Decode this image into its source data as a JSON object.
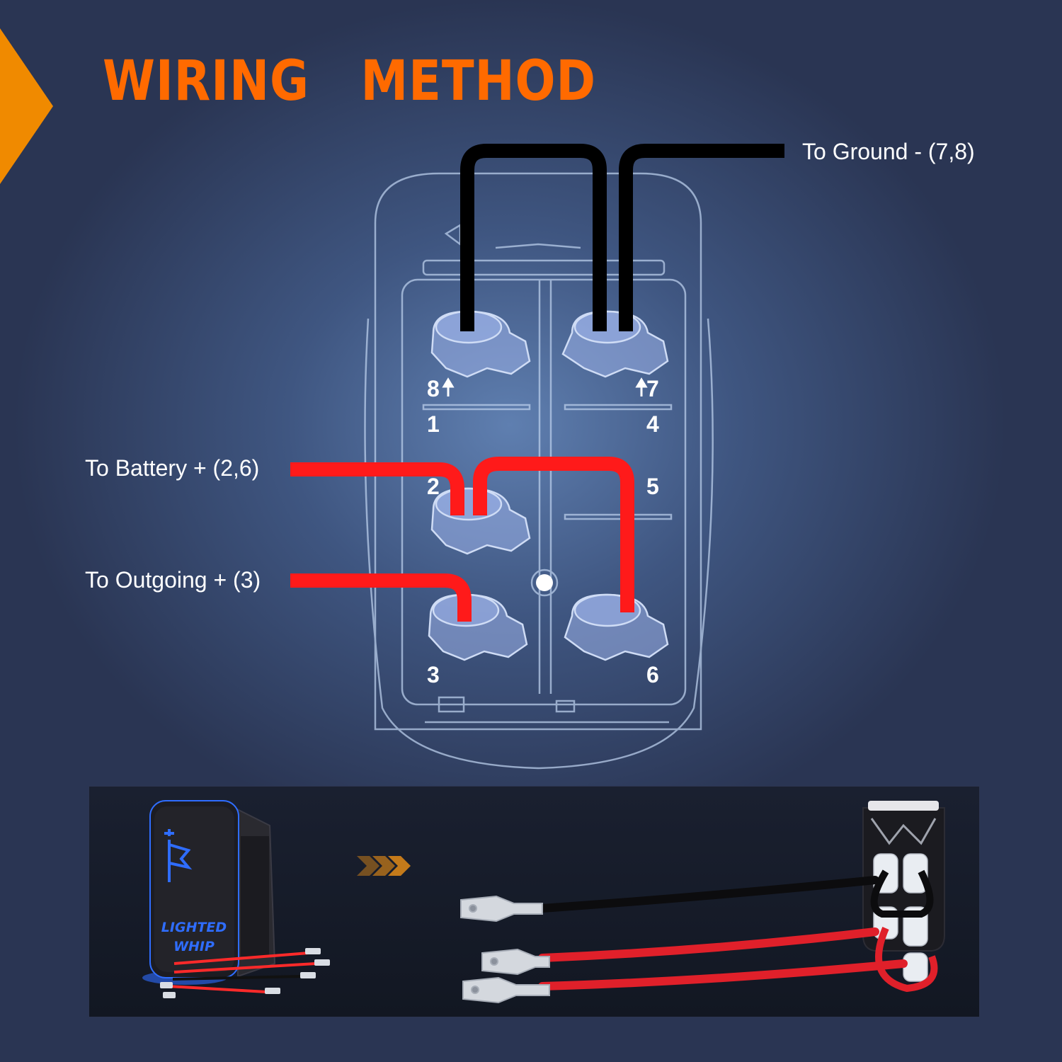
{
  "title": "WIRING   METHOD",
  "labels": {
    "ground": "To Ground - (7,8)",
    "battery": "To Battery + (2,6)",
    "outgoing": "To Outgoing + (3)"
  },
  "terminals": {
    "t8": "8",
    "t7": "7",
    "t1": "1",
    "t4": "4",
    "t2": "2",
    "t5": "5",
    "t3": "3",
    "t6": "6"
  },
  "switch_face": {
    "line1": "LIGHTED",
    "line2": "WHIP"
  },
  "colors": {
    "title": "#ff6a00",
    "ground_wire": "#000000",
    "power_wire": "#ff1a1a",
    "switch_led": "#2f6dff"
  }
}
